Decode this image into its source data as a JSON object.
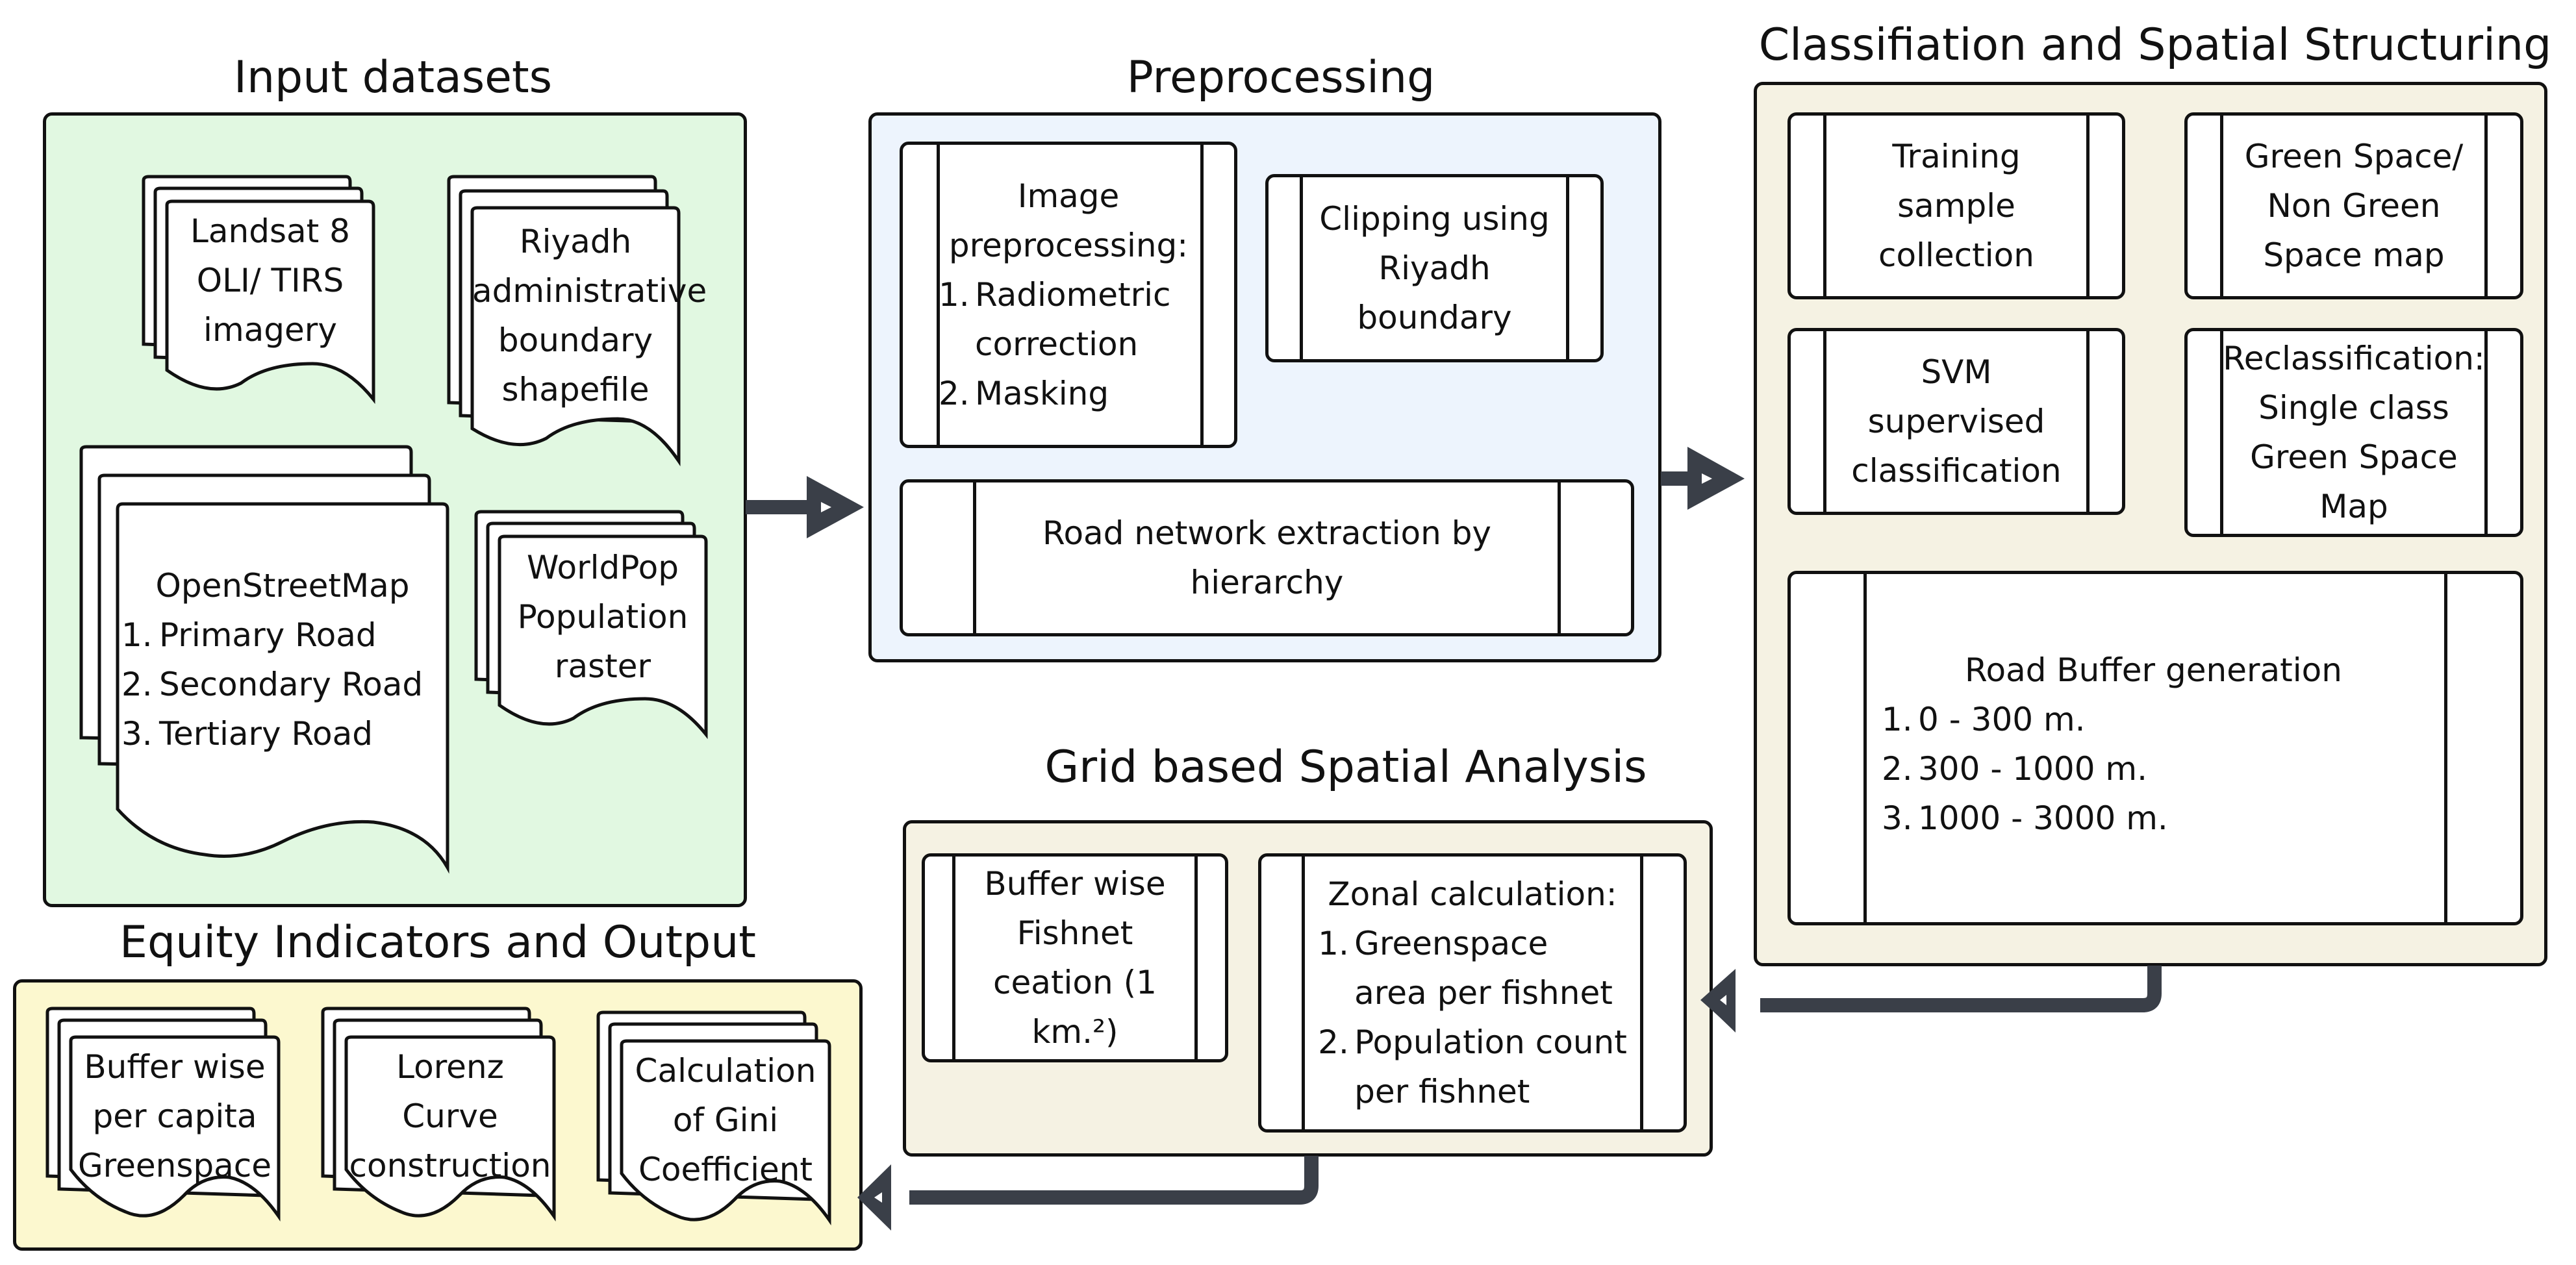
{
  "sections": {
    "input": {
      "title": "Input datasets",
      "docs": [
        {
          "lines": [
            "Landsat 8",
            "OLI/ TIRS",
            "imagery"
          ]
        },
        {
          "lines": [
            "Riyadh",
            "administrative",
            "boundary",
            "shapefile"
          ]
        },
        {
          "heading": "OpenStreetMap",
          "items": [
            {
              "num": "1.",
              "text": "Primary Road"
            },
            {
              "num": "2.",
              "text": "Secondary Road"
            },
            {
              "num": "3.",
              "text": "Tertiary Road"
            }
          ]
        },
        {
          "lines": [
            "WorldPop",
            "Population",
            "raster"
          ]
        }
      ]
    },
    "preprocessing": {
      "title": "Preprocessing",
      "boxes": [
        {
          "heading": [
            "Image",
            "preprocessing:"
          ],
          "items": [
            {
              "num": "1.",
              "text": "Radiometric",
              "cont": "correction"
            },
            {
              "num": "2.",
              "text": "Masking"
            }
          ]
        },
        {
          "lines": [
            "Clipping using",
            "Riyadh",
            "boundary"
          ]
        },
        {
          "lines": [
            "Road network extraction by",
            "hierarchy"
          ]
        }
      ]
    },
    "classification": {
      "title": "Classifiation and Spatial Structuring",
      "boxes": [
        {
          "lines": [
            "Training",
            "sample",
            "collection"
          ]
        },
        {
          "lines": [
            "Green Space/",
            "Non Green",
            "Space map"
          ]
        },
        {
          "lines": [
            "SVM",
            "supervised",
            "classification"
          ]
        },
        {
          "lines": [
            "Reclassification:",
            "Single class",
            "Green Space",
            "Map"
          ]
        },
        {
          "heading": "Road Buffer generation",
          "items": [
            {
              "num": "1.",
              "text": "0 - 300 m."
            },
            {
              "num": "2.",
              "text": "300 - 1000 m."
            },
            {
              "num": "3.",
              "text": "1000 - 3000 m."
            }
          ]
        }
      ]
    },
    "grid": {
      "title": "Grid based Spatial Analysis",
      "boxes": [
        {
          "lines": [
            "Buffer wise",
            "Fishnet",
            "ceation (1",
            "km.²)"
          ]
        },
        {
          "heading": "Zonal calculation:",
          "items": [
            {
              "num": "1.",
              "text": "Greenspace",
              "cont": "area per fishnet"
            },
            {
              "num": "2.",
              "text": "Population count",
              "cont": "per fishnet"
            }
          ]
        }
      ]
    },
    "equity": {
      "title": "Equity Indicators and Output",
      "docs": [
        {
          "lines": [
            "Buffer wise",
            "per capita",
            "Greenspace"
          ]
        },
        {
          "lines": [
            "Lorenz",
            "Curve",
            "construction"
          ]
        },
        {
          "lines": [
            "Calculation",
            "of Gini",
            "Coefficient"
          ]
        }
      ]
    }
  },
  "colors": {
    "input_bg": "#e1f8e1",
    "preprocessing_bg": "#edf4fd",
    "classification_bg": "#f5f2e3",
    "grid_bg": "#f5f2e3",
    "equity_bg": "#fcf8cf",
    "arrow": "#3a3f48"
  },
  "flow": [
    {
      "from": "Input datasets",
      "to": "Preprocessing"
    },
    {
      "from": "Preprocessing",
      "to": "Classifiation and Spatial Structuring"
    },
    {
      "from": "Classifiation and Spatial Structuring",
      "to": "Grid based Spatial Analysis"
    },
    {
      "from": "Grid based Spatial Analysis",
      "to": "Equity Indicators and Output"
    }
  ]
}
